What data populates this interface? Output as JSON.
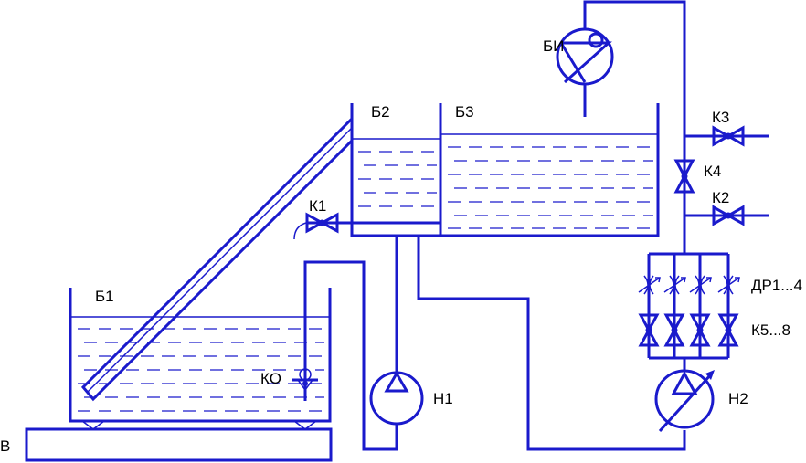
{
  "labels": {
    "bi": "БИ",
    "b1": "Б1",
    "b2": "Б2",
    "b3": "Б3",
    "k1": "К1",
    "k2": "К2",
    "k3": "К3",
    "k4": "К4",
    "ko": "КО",
    "n1": "Н1",
    "n2": "Н2",
    "dr": "ДР1...4",
    "k58": "К5...8",
    "v": "В"
  },
  "colors": {
    "line": "#1a1acc",
    "text": "#000000",
    "background": "#ffffff"
  }
}
